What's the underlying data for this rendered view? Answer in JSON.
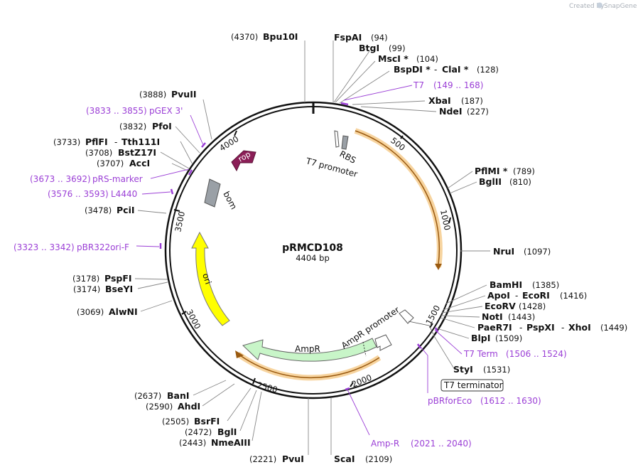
{
  "branding": {
    "created_by": "Created by",
    "product": "SnapGene"
  },
  "plasmid": {
    "name": "pRMCD108",
    "length_label": "4404 bp"
  },
  "ticks": [
    "500",
    "1000",
    "1500",
    "2000",
    "2500",
    "3000",
    "3500",
    "4000"
  ],
  "features": {
    "rop": "rop",
    "bom": "bom",
    "ori": "ori",
    "ampr": "AmpR",
    "ampr_promoter": "AmpR promoter",
    "rbs": "RBS",
    "t7_promoter": "T7 promoter",
    "t7_terminator": "T7 terminator"
  },
  "enzymes": [
    {
      "name": "Bpu10I",
      "pos": "(4370)"
    },
    {
      "name": "FspAI",
      "pos": "(94)"
    },
    {
      "name": "BtgI",
      "pos": "(99)"
    },
    {
      "name": "MscI *",
      "pos": "(104)"
    },
    {
      "name": "BspDI *",
      "sep": "-",
      "name2": "ClaI *",
      "pos": "(128)"
    },
    {
      "name": "XbaI",
      "pos": "(187)"
    },
    {
      "name": "NdeI",
      "pos": "(227)"
    },
    {
      "name": "PflMI *",
      "pos": "(789)"
    },
    {
      "name": "BglII",
      "pos": "(810)"
    },
    {
      "name": "NruI",
      "pos": "(1097)"
    },
    {
      "name": "BamHI",
      "pos": "(1385)"
    },
    {
      "name": "ApoI",
      "sep": "-",
      "name2": "EcoRI",
      "pos": "(1416)"
    },
    {
      "name": "EcoRV",
      "pos": "(1428)"
    },
    {
      "name": "NotI",
      "pos": "(1443)"
    },
    {
      "name": "PaeR7I",
      "sep": "-",
      "name2": "PspXI",
      "sep2": "-",
      "name3": "XhoI",
      "pos": "(1449)"
    },
    {
      "name": "BlpI",
      "pos": "(1509)"
    },
    {
      "name": "StyI",
      "pos": "(1531)"
    },
    {
      "name": "ScaI",
      "pos": "(2109)"
    },
    {
      "name": "PvuI",
      "pos": "(2221)"
    },
    {
      "name": "NmeAIII",
      "pos": "(2443)"
    },
    {
      "name": "BglI",
      "pos": "(2472)"
    },
    {
      "name": "BsrFI",
      "pos": "(2505)"
    },
    {
      "name": "AhdI",
      "pos": "(2590)"
    },
    {
      "name": "BanI",
      "pos": "(2637)"
    },
    {
      "name": "AlwNI",
      "pos": "(3069)"
    },
    {
      "name": "BseYI",
      "pos": "(3174)"
    },
    {
      "name": "PspFI",
      "pos": "(3178)"
    },
    {
      "name": "PciI",
      "pos": "(3478)"
    },
    {
      "name": "AccI",
      "pos": "(3707)"
    },
    {
      "name": "BstZ17I",
      "pos": "(3708)"
    },
    {
      "name": "PflFI",
      "sep": "-",
      "name2": "Tth111I",
      "pos": "(3733)"
    },
    {
      "name": "PfoI",
      "pos": "(3832)"
    },
    {
      "name": "PvuII",
      "pos": "(3888)"
    }
  ],
  "primers": [
    {
      "name": "T7",
      "range": "(149 .. 168)"
    },
    {
      "name": "T7 Term",
      "range": "(1506 .. 1524)"
    },
    {
      "name": "pBRforEco",
      "range": "(1612 .. 1630)"
    },
    {
      "name": "Amp-R",
      "range": "(2021 .. 2040)"
    },
    {
      "name": "pBR322ori-F",
      "range": "(3323 .. 3342)"
    },
    {
      "name": "L4440",
      "range": "(3576 .. 3593)"
    },
    {
      "name": "pRS-marker",
      "range": "(3673 .. 3692)"
    },
    {
      "name": "pGEX 3'",
      "range": "(3833 .. 3855)"
    }
  ],
  "colors": {
    "backbone": "#111111",
    "primer": "#9b3fd6",
    "rop": "#8b1e57",
    "bom": "#9aa0a6",
    "ori": "#ffff00",
    "ampr": "#c8f5c8",
    "cds_outline": "#f0b050",
    "brand": "#aab0b8"
  }
}
